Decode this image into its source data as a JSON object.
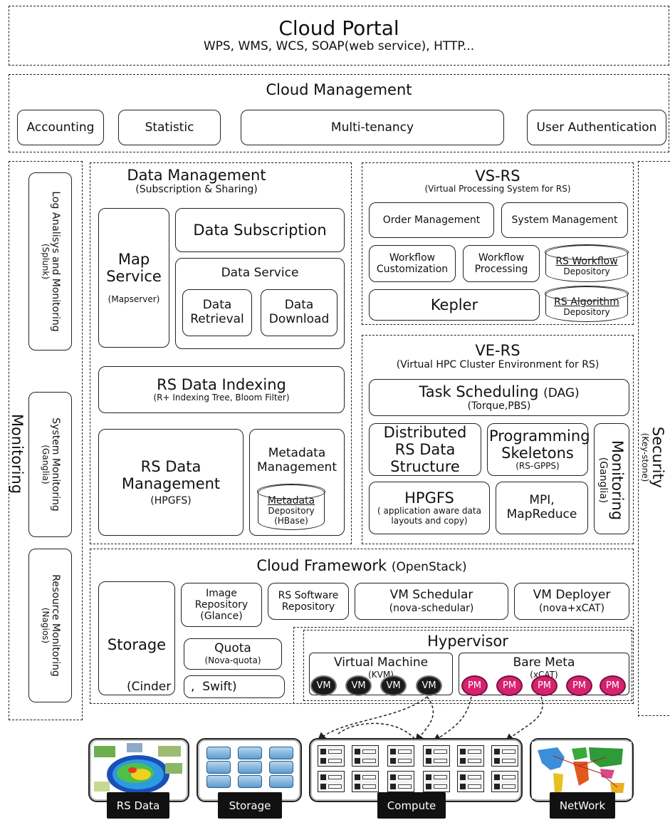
{
  "portal": {
    "title": "Cloud Portal",
    "subtitle": "WPS, WMS, WCS, SOAP(web service), HTTP..."
  },
  "management": {
    "title": "Cloud Management",
    "items": [
      "Accounting",
      "Statistic",
      "Multi-tenancy",
      "User Authentication"
    ]
  },
  "monitoring": {
    "title": "Monitoring",
    "log": {
      "label": "Log Analisys and Monitoring",
      "sub": "(Splunk)"
    },
    "system": {
      "label": "System Monitoring",
      "sub": "(Ganglia)"
    },
    "resource": {
      "label": "Resource Monitoring",
      "sub": "(Nagios)"
    }
  },
  "security": {
    "title": "Security",
    "sub": "(Key-stone)"
  },
  "data_management": {
    "title": "Data Management",
    "subtitle": "(Subscription & Sharing)",
    "map_service": {
      "label": "Map Service",
      "sub": "(Mapserver)"
    },
    "data_subscription": "Data Subscription",
    "data_service": "Data Service",
    "data_retrieval": "Data Retrieval",
    "data_download": "Data Download",
    "indexing": {
      "label": "RS Data Indexing",
      "sub": "(R+ Indexing Tree, Bloom Filter)"
    },
    "rs_data_mgmt": {
      "label": "RS Data Management",
      "sub": "(HPGFS)"
    },
    "metadata_mgmt": "Metadata Management",
    "metadata_depository": {
      "label": "Metadata",
      "line2": "Depository",
      "sub": "(HBase)"
    }
  },
  "vsrs": {
    "title": "VS-RS",
    "subtitle": "(Virtual Processing System for RS)",
    "order_mgmt": "Order Management",
    "system_mgmt": "System Management",
    "workflow_custom": "Workflow Customization",
    "workflow_processing": "Workflow Processing",
    "rs_workflow": {
      "label": "RS Workflow",
      "sub": "Depository"
    },
    "kepler": "Kepler",
    "rs_algorithm": {
      "label": "RS Algorithm",
      "sub": "Depository"
    }
  },
  "vers": {
    "title": "VE-RS",
    "subtitle": "(Virtual HPC Cluster Environment for RS)",
    "task_scheduling": {
      "label": "Task Scheduling",
      "tag": "(DAG)",
      "sub": "(Torque,PBS)"
    },
    "distributed": "Distributed RS Data Structure",
    "skeletons": {
      "label": "Programming Skeletons",
      "sub": "(RS-GPPS)"
    },
    "monitoring": {
      "label": "Monitoring",
      "sub": "(Ganglia)"
    },
    "hpgfs": {
      "label": "HPGFS",
      "sub": "( application aware data layouts and copy)"
    },
    "mpi": "MPI, MapReduce"
  },
  "framework": {
    "title": "Cloud Framework",
    "tag": "(OpenStack)",
    "storage": "Storage",
    "cinder": "(Cinder",
    "swift": ",  Swift)",
    "image_repo": {
      "label": "Image Repository",
      "sub": "(Glance)"
    },
    "software_repo": "RS Software Repository",
    "vm_scheduler": {
      "label": "VM Schedular",
      "sub": "(nova-schedular)"
    },
    "vm_deployer": {
      "label": "VM Deployer",
      "sub": "(nova+xCAT)"
    },
    "quota": {
      "label": "Quota",
      "sub": "(Nova-quota)"
    }
  },
  "hypervisor": {
    "title": "Hypervisor",
    "vm": {
      "label": "Virtual Machine",
      "sub": "(KVM)",
      "node": "VM"
    },
    "bare": {
      "label": "Bare Meta",
      "sub": "(xCAT)",
      "node": "PM"
    }
  },
  "resources": {
    "rs_data": "RS Data",
    "storage": "Storage",
    "compute": "Compute",
    "network": "NetWork"
  }
}
